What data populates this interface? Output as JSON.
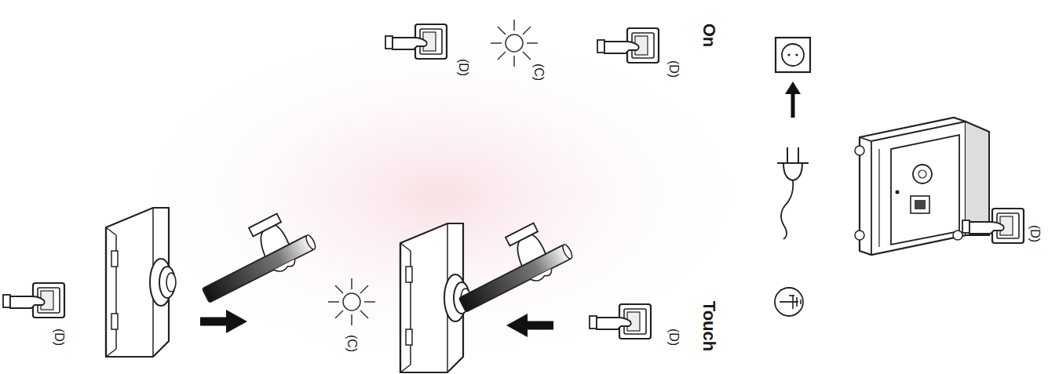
{
  "diagram": {
    "labels": [
      "(D)",
      "On",
      "(D)",
      "(C)",
      "(D)",
      "Touch",
      "(D)",
      "(C)",
      "(D)"
    ]
  }
}
